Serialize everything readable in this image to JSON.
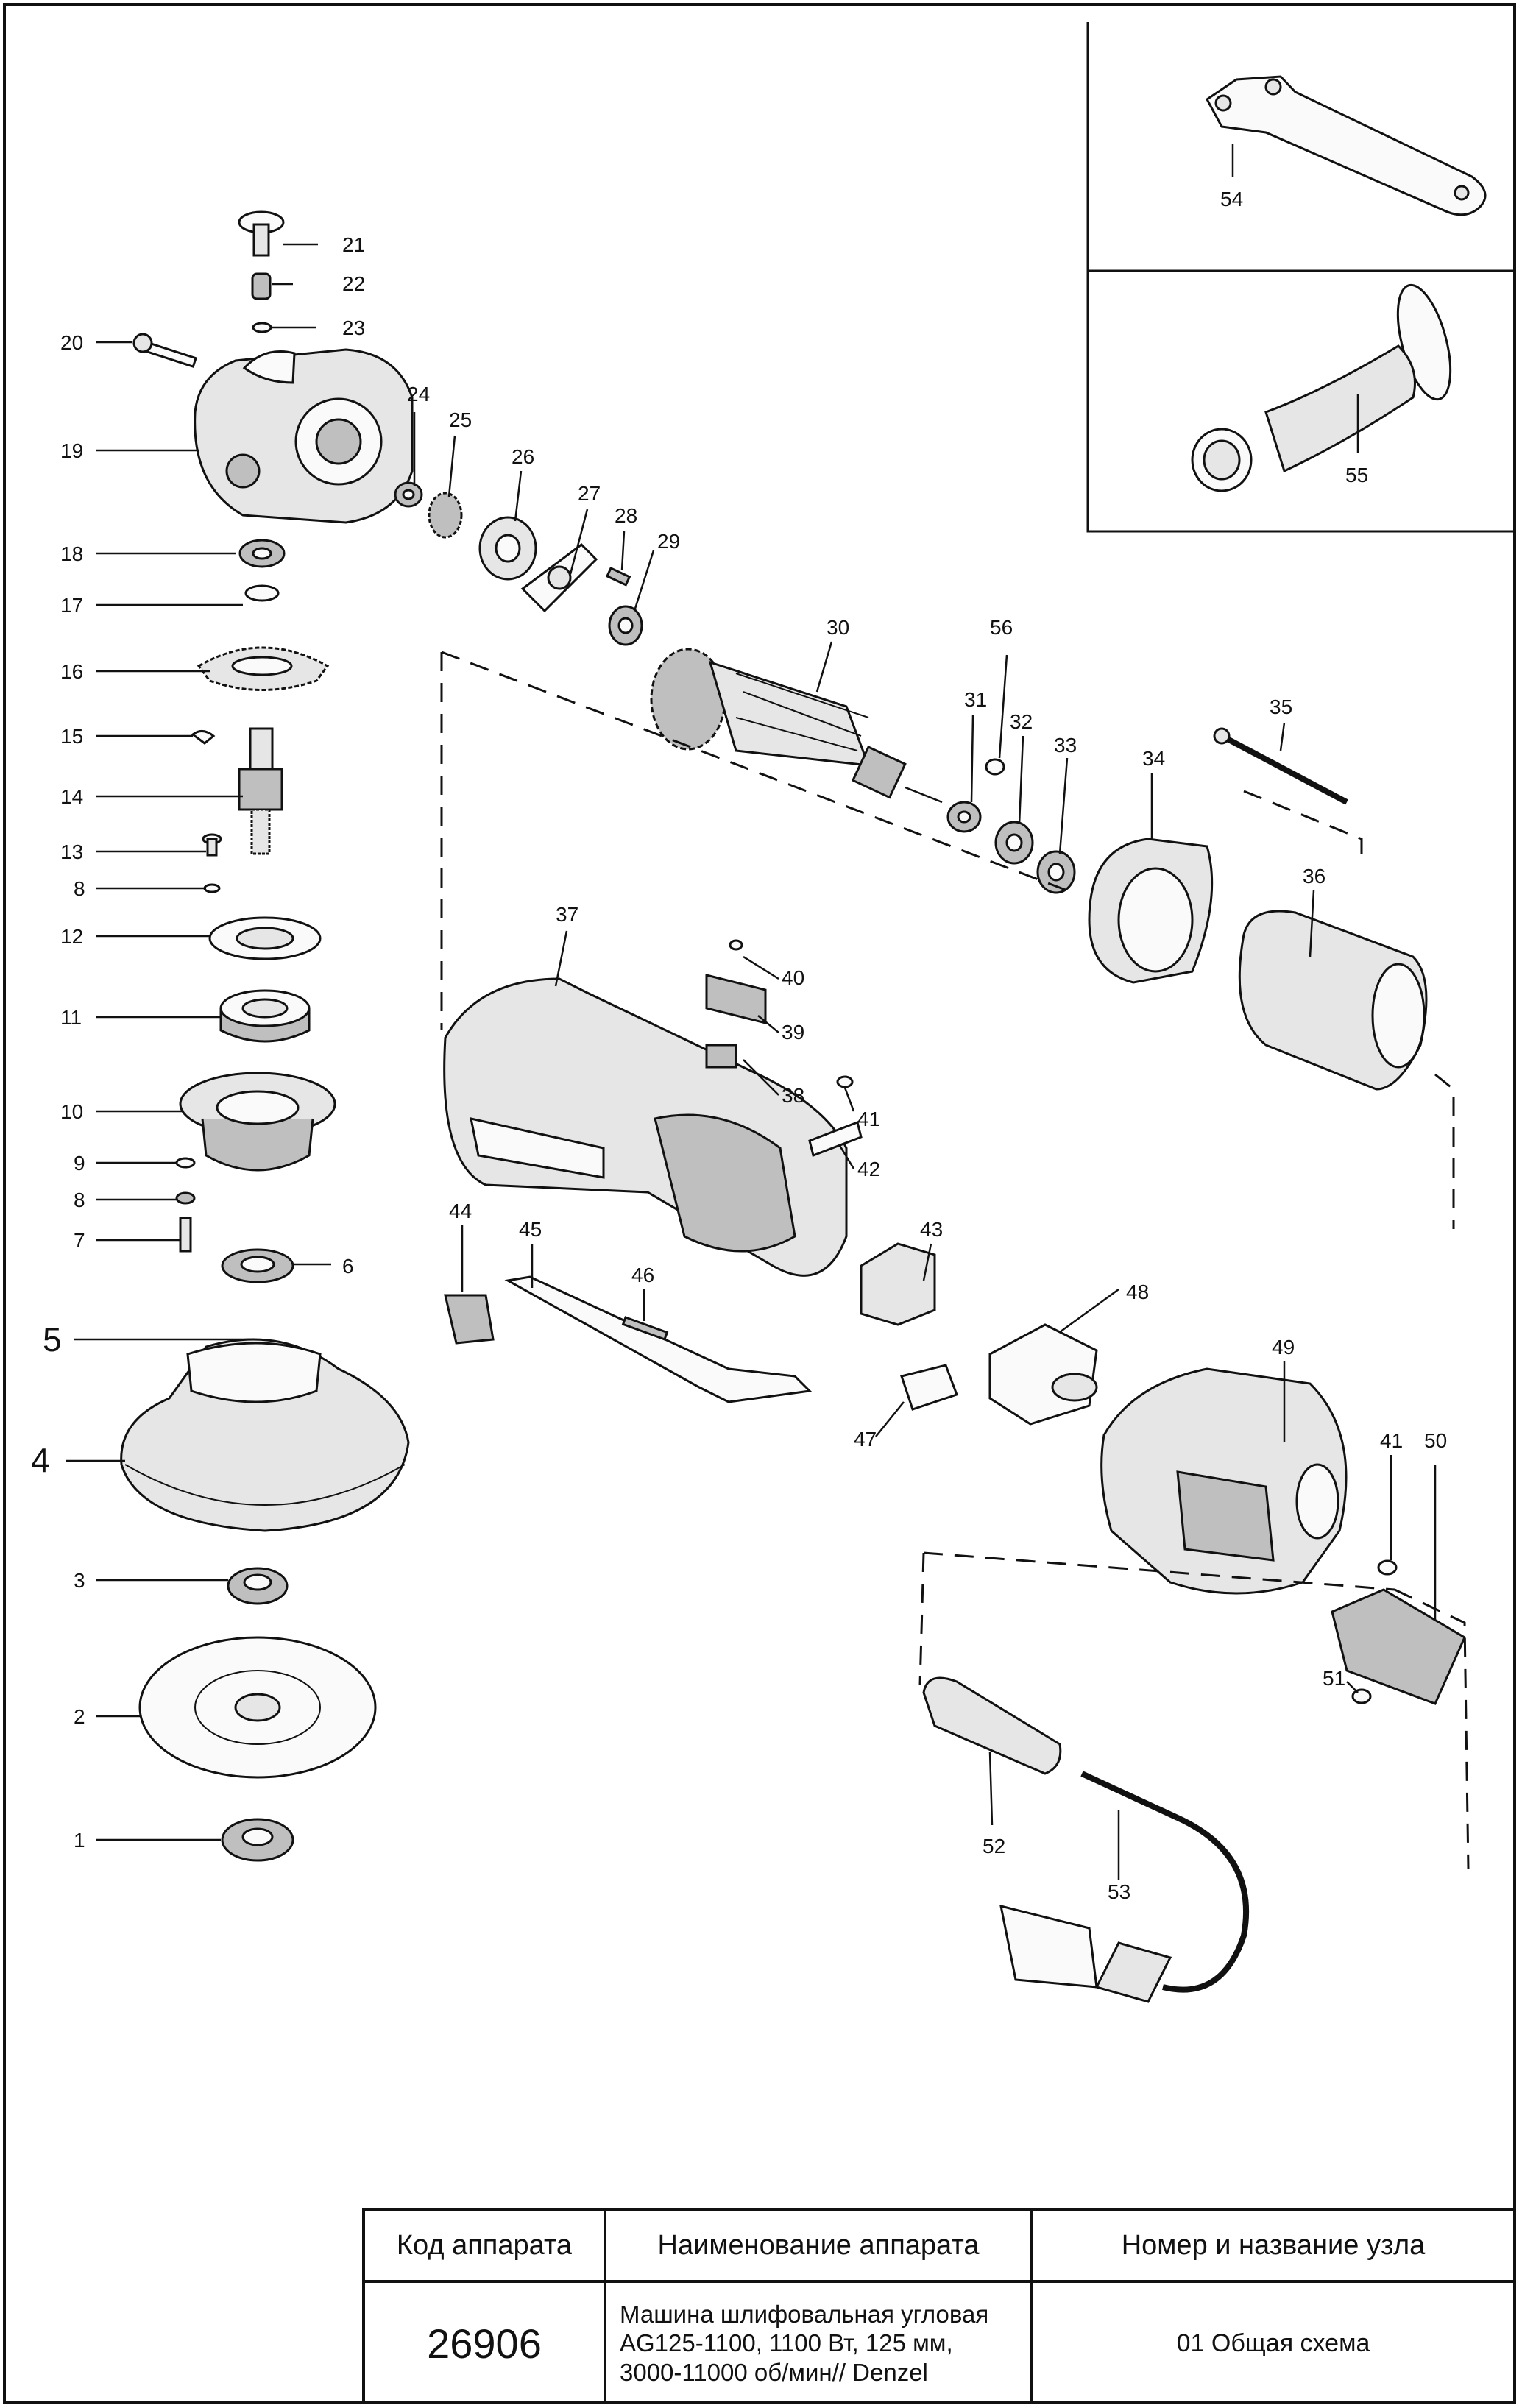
{
  "labels": {
    "p1": "1",
    "p2": "2",
    "p3": "3",
    "p4": "4",
    "p5": "5",
    "p6": "6",
    "p7": "7",
    "p8a": "8",
    "p8b": "8",
    "p9": "9",
    "p10": "10",
    "p11": "11",
    "p12": "12",
    "p13": "13",
    "p14": "14",
    "p15": "15",
    "p16": "16",
    "p17": "17",
    "p18": "18",
    "p19": "19",
    "p20": "20",
    "p21": "21",
    "p22": "22",
    "p23": "23",
    "p24": "24",
    "p25": "25",
    "p26": "26",
    "p27": "27",
    "p28": "28",
    "p29": "29",
    "p30": "30",
    "p31": "31",
    "p32": "32",
    "p33": "33",
    "p34": "34",
    "p35": "35",
    "p36": "36",
    "p37": "37",
    "p38": "38",
    "p39": "39",
    "p40": "40",
    "p41a": "41",
    "p41b": "41",
    "p42": "42",
    "p43": "43",
    "p44": "44",
    "p45": "45",
    "p46": "46",
    "p47": "47",
    "p48": "48",
    "p49": "49",
    "p50": "50",
    "p51": "51",
    "p52": "52",
    "p53": "53",
    "p54": "54",
    "p55": "55",
    "p56": "56"
  },
  "title_block": {
    "header_code": "Код аппарата",
    "header_name": "Наименование аппарата",
    "header_node": "Номер и название узла",
    "code": "26906",
    "name_line1": "Машина шлифовальная угловая",
    "name_line2": "AG125-1100, 1100 Вт, 125 мм,",
    "name_line3": "3000-11000 об/мин// Denzel",
    "node": "01 Общая схема"
  }
}
